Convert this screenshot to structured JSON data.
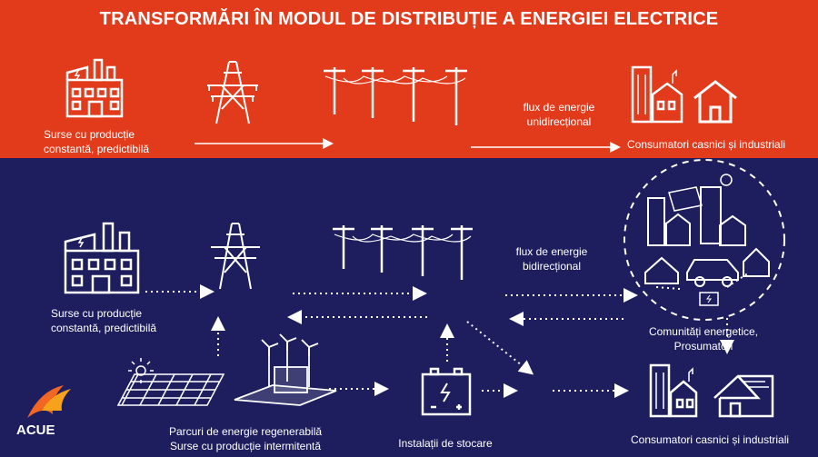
{
  "title": "TRANSFORMĂRI ÎN MODUL DE DISTRIBUȚIE A ENERGIEI ELECTRICE",
  "top": {
    "source_label": "Surse cu producție\nconstantă, predictibilă",
    "flow_label": "flux de energie\nunidirecțional",
    "consumer_label": "Consumatori casnici și industriali"
  },
  "bottom": {
    "source_label": "Surse cu producție\nconstantă, predictibilă",
    "flow_label": "flux de energie\nbidirecțional",
    "community_label": "Comunități energetice,\nProsumatori",
    "renewables_label": "Parcuri de energie regenerabilă\nSurse cu producție intermitentă",
    "storage_label": "Instalații de stocare",
    "consumer_label": "Consumatori casnici și industriali"
  },
  "logo": {
    "text": "ACUE"
  },
  "colors": {
    "top_bg": "#e23b1c",
    "bottom_bg": "#1e1e5e",
    "accent": "#ffffff"
  }
}
